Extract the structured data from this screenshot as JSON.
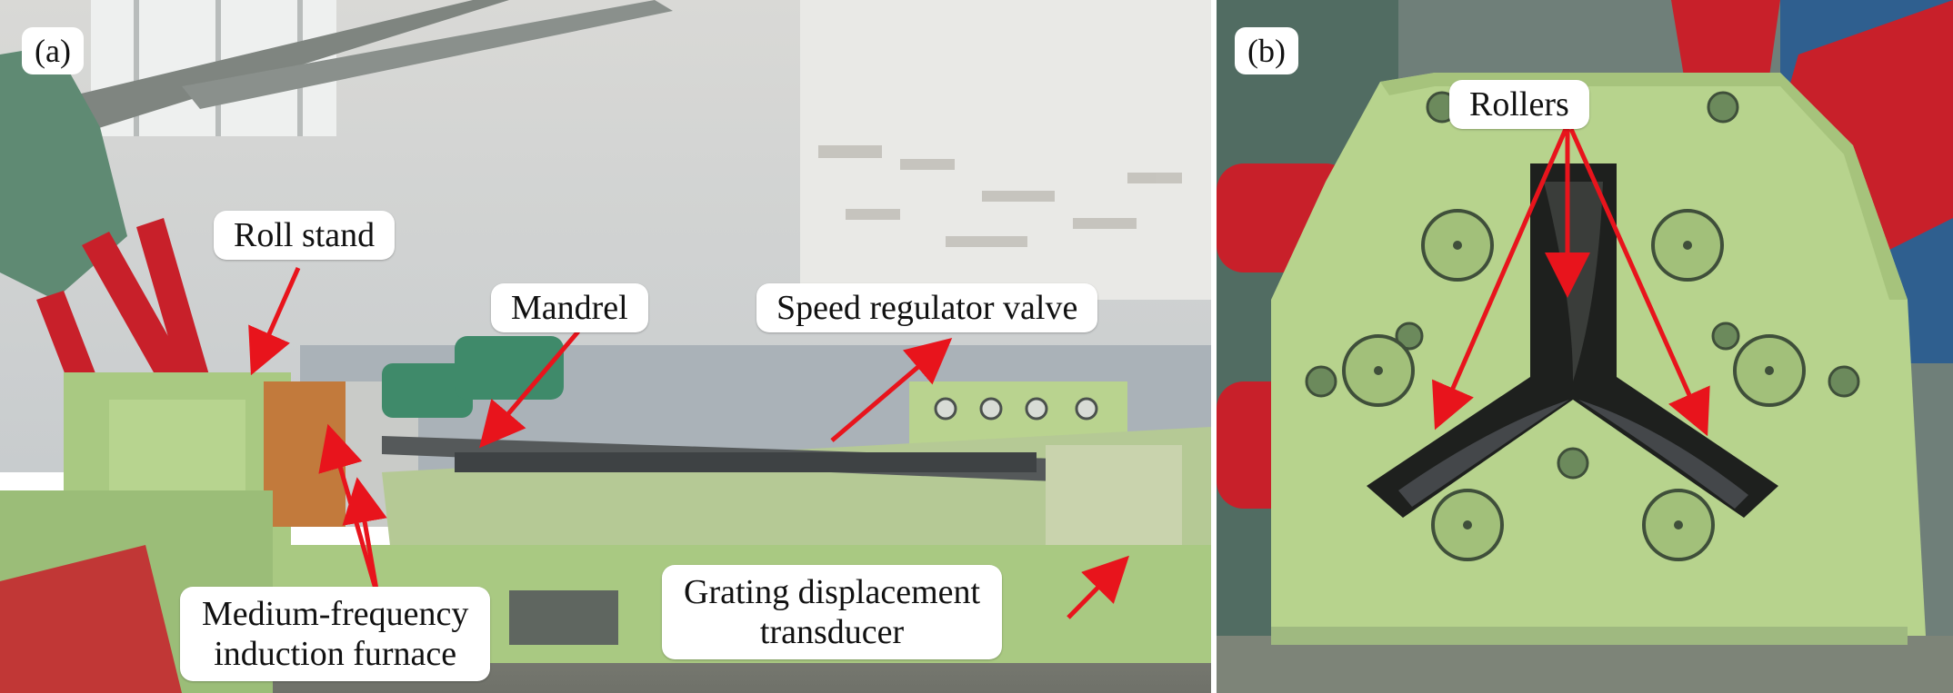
{
  "panel_a": {
    "tag": "(a)",
    "labels": {
      "roll_stand": "Roll stand",
      "mandrel": "Mandrel",
      "speed_regulator_valve": "Speed regulator valve",
      "furnace_line1": "Medium-frequency",
      "furnace_line2": "induction furnace",
      "transducer_line1": "Grating displacement",
      "transducer_line2": "transducer"
    }
  },
  "panel_b": {
    "tag": "(b)",
    "labels": {
      "rollers": "Rollers"
    }
  },
  "colors": {
    "arrow": "#e8141c",
    "machine_green": "#b9d38f",
    "wall": "#e4e4e0",
    "shaft_red": "#c8202a"
  }
}
